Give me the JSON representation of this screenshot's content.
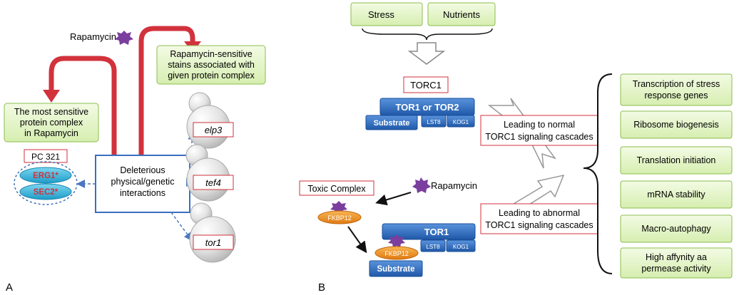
{
  "panel_a": {
    "label": "A",
    "rapamycin": "Rapamycin",
    "sensitive_strains": [
      "Rapamycin-sensitive",
      "stains associated with",
      "given protein complex"
    ],
    "most_sensitive": [
      "The most sensitive",
      "protein complex",
      "in Rapamycin"
    ],
    "complex_id": "PC 321",
    "complex_members": [
      "ERG1*",
      "SEC2*"
    ],
    "interactions": [
      "Deleterious",
      "physical/genetic",
      "interactions"
    ],
    "genes": [
      "elp3",
      "tef4",
      "tor1"
    ]
  },
  "panel_b": {
    "label": "B",
    "inputs": [
      "Stress",
      "Nutrients"
    ],
    "torc1_label": "TORC1",
    "normal_complex": {
      "main": "TOR1 or TOR2",
      "substrate": "Substrate",
      "sub1": "LST8",
      "sub2": "KOG1"
    },
    "normal_note": [
      "Leading to normal",
      "TORC1 signaling cascades"
    ],
    "toxic_label": "Toxic Complex",
    "rapamycin": "Rapamycin",
    "fkbp": "FKBP12",
    "abnormal_complex": {
      "main": "TOR1",
      "fkbp": "FKBP12",
      "sub1": "LST8",
      "sub2": "KOG1",
      "substrate": "Substrate"
    },
    "abnormal_note": [
      "Leading to abnormal",
      "TORC1 signaling cascades"
    ],
    "outputs": [
      [
        "Transcription of stress",
        "response genes"
      ],
      [
        "Ribosome biogenesis"
      ],
      [
        "Translation initiation"
      ],
      [
        "mRNA stability"
      ],
      [
        "Macro-autophagy"
      ],
      [
        "High affynity aa",
        "permease activity"
      ]
    ]
  },
  "colors": {
    "green_box": "#e3f3c6",
    "green_border": "#8cbe4e",
    "red_border": "#d2323c",
    "blue_box": "#2f6fc0",
    "cyan_ellipse": "#35b7dd",
    "orange": "#ef8a1e",
    "star": "#7a3f9e"
  }
}
